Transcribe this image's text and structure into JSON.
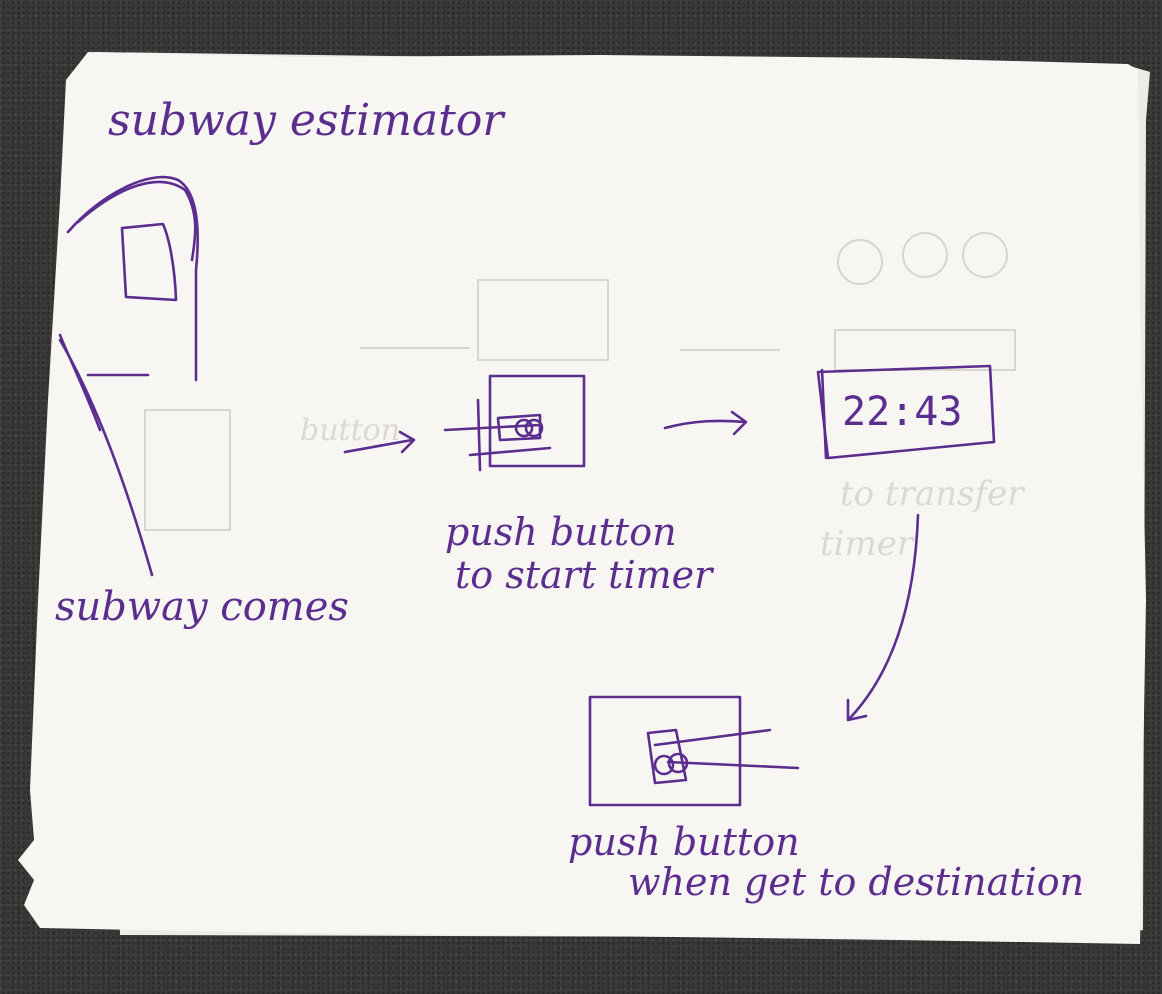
{
  "title": "subway estimator",
  "labels": {
    "subway_comes": "subway comes",
    "start_line1": "push button",
    "start_line2": "to start timer",
    "end_line1": "push button",
    "end_line2": "when get to destination"
  },
  "timer": {
    "display": "22:43"
  },
  "colors": {
    "ink": "#5b2d8e",
    "paper": "#f7f6f2",
    "background": "#3a3937"
  }
}
